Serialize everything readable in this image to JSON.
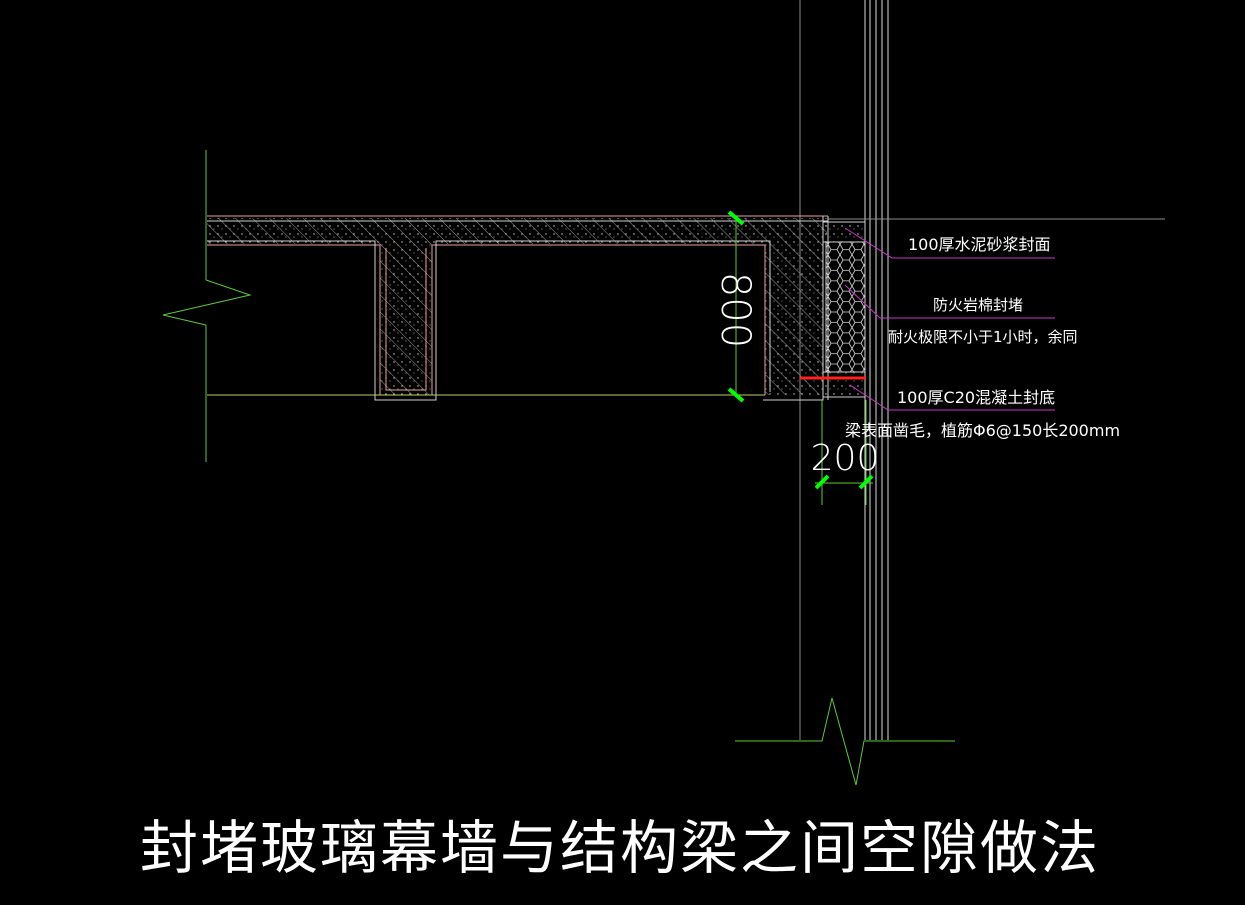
{
  "title": "封堵玻璃幕墙与结构梁之间空隙做法",
  "dimensions": {
    "beam_depth": "800",
    "gap_width": "200"
  },
  "annotations": [
    {
      "text": "100厚水泥砂浆封面"
    },
    {
      "text": "防火岩棉封堵"
    },
    {
      "text": "耐火极限不小于1小时，余同"
    },
    {
      "text": "100厚C20混凝土封底"
    },
    {
      "text": "梁表面凿毛，植筋Φ6@150长200mm"
    }
  ],
  "colors": {
    "background": "#000000",
    "structure": "#e8a0a0",
    "outline": "#d0d0d0",
    "green_line": "#5ec83a",
    "dim_tick": "#00ff00",
    "leader": "#c838c8",
    "rebar": "#ff2020",
    "text": "#ffffff",
    "hatch": "#b0b0b0"
  }
}
